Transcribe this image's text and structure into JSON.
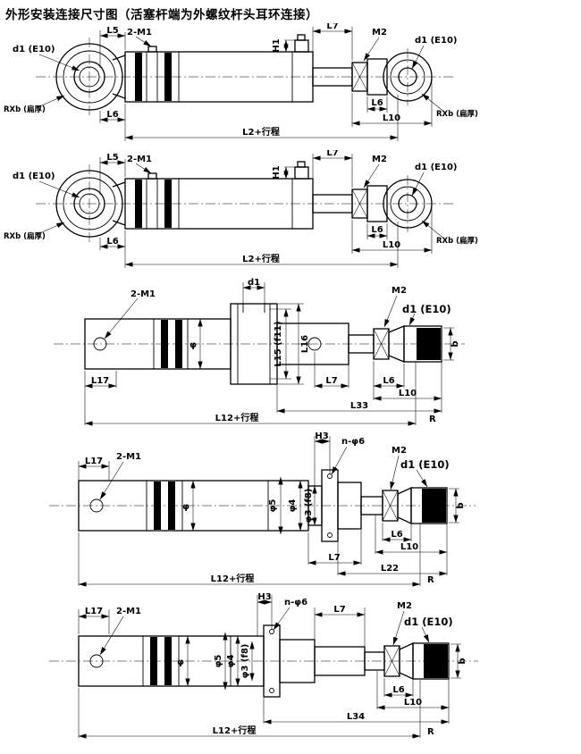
{
  "title": "外形安装连接尺寸图（活塞杆端为外螺纹杆头耳环连接）",
  "views": {
    "v1": {
      "l5": "L5",
      "m1": "2-M1",
      "h1": "H1",
      "l7": "L7",
      "m2": "M2",
      "d1_left": "d1 (E10)",
      "d1_right": "d1 (E10)",
      "rxb_left": "RXb (扁厚)",
      "rxb_right": "RXb (扁厚)",
      "l6_left": "L6",
      "l6_right": "L6",
      "l10": "L10",
      "l2": "L2+行程"
    },
    "v2": {
      "l5": "L5",
      "m1": "2-M1",
      "h1": "H1",
      "l7": "L7",
      "m2": "M2",
      "d1_left": "d1 (E10)",
      "d1_right": "d1 (E10)",
      "rxb_left": "RXb (扁厚)",
      "rxb_right": "RXb (扁厚)",
      "l6_left": "L6",
      "l6_right": "L6",
      "l10": "L10",
      "l2": "L2+行程"
    },
    "v3": {
      "m1": "2-M1",
      "d1": "d1",
      "m2": "M2",
      "d1e10": "d1 (E10)",
      "phi": "φ",
      "l15": "L15 (f11)",
      "l16": "L16",
      "l17": "L17",
      "l7": "L7",
      "l6": "L6",
      "l10": "L10",
      "l33": "L33",
      "l12": "L12+行程",
      "r": "R",
      "b": "b"
    },
    "v4": {
      "l17": "L17",
      "m1": "2-M1",
      "h3": "H3",
      "n_phi6": "n-φ6",
      "m2": "M2",
      "d1e10": "d1 (E10)",
      "phi": "φ",
      "phi5": "φ5",
      "phi4": "φ4",
      "phi3": "φ3 (f8)",
      "l6": "L6",
      "l7": "L7",
      "l10": "L10",
      "l22": "L22",
      "l12": "L12+行程",
      "r": "R",
      "b": "b"
    },
    "v5": {
      "l17": "L17",
      "m1": "2-M1",
      "h3": "H3",
      "n_phi6": "n-φ6",
      "l7": "L7",
      "m2": "M2",
      "d1e10": "d1 (E10)",
      "phi": "φ",
      "phi5": "φ5",
      "phi4": "φ4",
      "phi3": "φ3 (f8)",
      "l6": "L6",
      "l10": "L10",
      "l34": "L34",
      "l12": "L12+行程",
      "r": "R",
      "b": "b"
    }
  }
}
